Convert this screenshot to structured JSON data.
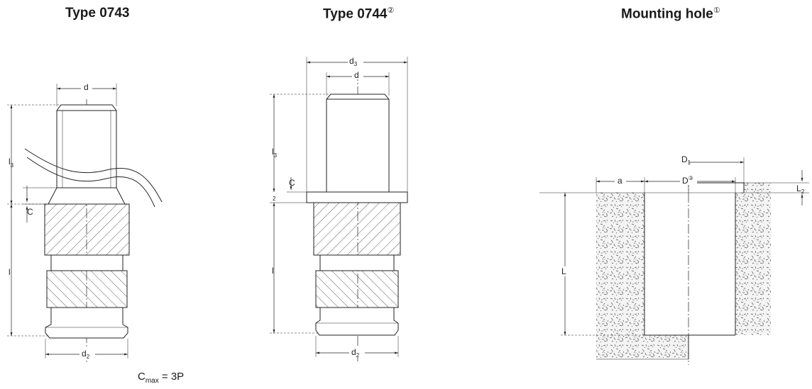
{
  "titles": {
    "type_0743": "Type 0743",
    "type_0744": "Type 0744",
    "type_0744_note": "②",
    "mounting_hole": "Mounting hole",
    "mounting_hole_note": "①"
  },
  "labels_0743": {
    "d": "d",
    "l3_main": "l",
    "l3_sub": "3",
    "c": "C",
    "l": "l",
    "d2_main": "d",
    "d2_sub": "2"
  },
  "labels_0744": {
    "d3_main": "d",
    "d3_sub": "3",
    "d": "d",
    "l3_main": "l",
    "l3_sub": "3",
    "c": "C",
    "l2": "2",
    "l": "l",
    "d2_main": "d",
    "d2_sub": "2"
  },
  "labels_hole": {
    "d1_main": "D",
    "d1_sub": "1",
    "a": "a",
    "d_main": "D",
    "d_note": "③",
    "l2_main": "L",
    "l2_sub": "2",
    "l": "L"
  },
  "formula": {
    "c": "C",
    "sub": "max",
    "rest": " = 3P"
  }
}
